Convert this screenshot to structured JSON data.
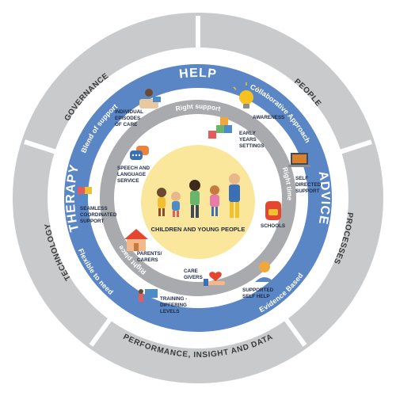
{
  "outer_ring": {
    "governance": "GOVERNANCE",
    "people": "PEOPLE",
    "technology": "TECHNOLOGY",
    "processes": "PROCESSES",
    "performance": "PERFORMANCE, INSIGHT AND DATA"
  },
  "blue_ring": {
    "help": "HELP",
    "therapy": "THERAPY",
    "advice": "ADVICE",
    "blend_of_support": "Blend of support",
    "collaborative_approach": "Collaborative Approach",
    "flexible_to_need": "Flexible to need",
    "evidence_based": "Evidence Based"
  },
  "grey_ring": {
    "right_support": "Right support",
    "right_time": "Right time",
    "right_place": "Right place"
  },
  "items": {
    "individual_episodes": [
      "INDIVIDUAL",
      "EPISODES",
      "OF CARE"
    ],
    "awareness": [
      "AWARENESS"
    ],
    "early_years": [
      "EARLY",
      "YEARS",
      "SETTINGS"
    ],
    "speech_language": [
      "SPEECH AND",
      "LANGUAGE",
      "SERVICE"
    ],
    "self_directed": [
      "SELF",
      "DIRECTED",
      "SUPPORT"
    ],
    "seamless": [
      "SEAMLESS",
      "COORDINATED",
      "SUPPORT"
    ],
    "schools": [
      "SCHOOLS"
    ],
    "parents_carers": [
      "PARENTS/",
      "CARERS"
    ],
    "care_givers": [
      "CARE",
      "GIVERS"
    ],
    "supported_self_help": [
      "SUPPORTED",
      "SELF HELP"
    ],
    "training": [
      "TRAINING -",
      "DIFFERING",
      "LEVELS"
    ]
  },
  "center": {
    "title": "CHILDREN AND YOUNG PEOPLE"
  },
  "colors": {
    "outer_grey": "#c9cacb",
    "blue": "#5b86c5",
    "light_grey": "#a8aaad",
    "center_yellow": "#fbe79b",
    "dark_text": "#1e2a44"
  }
}
